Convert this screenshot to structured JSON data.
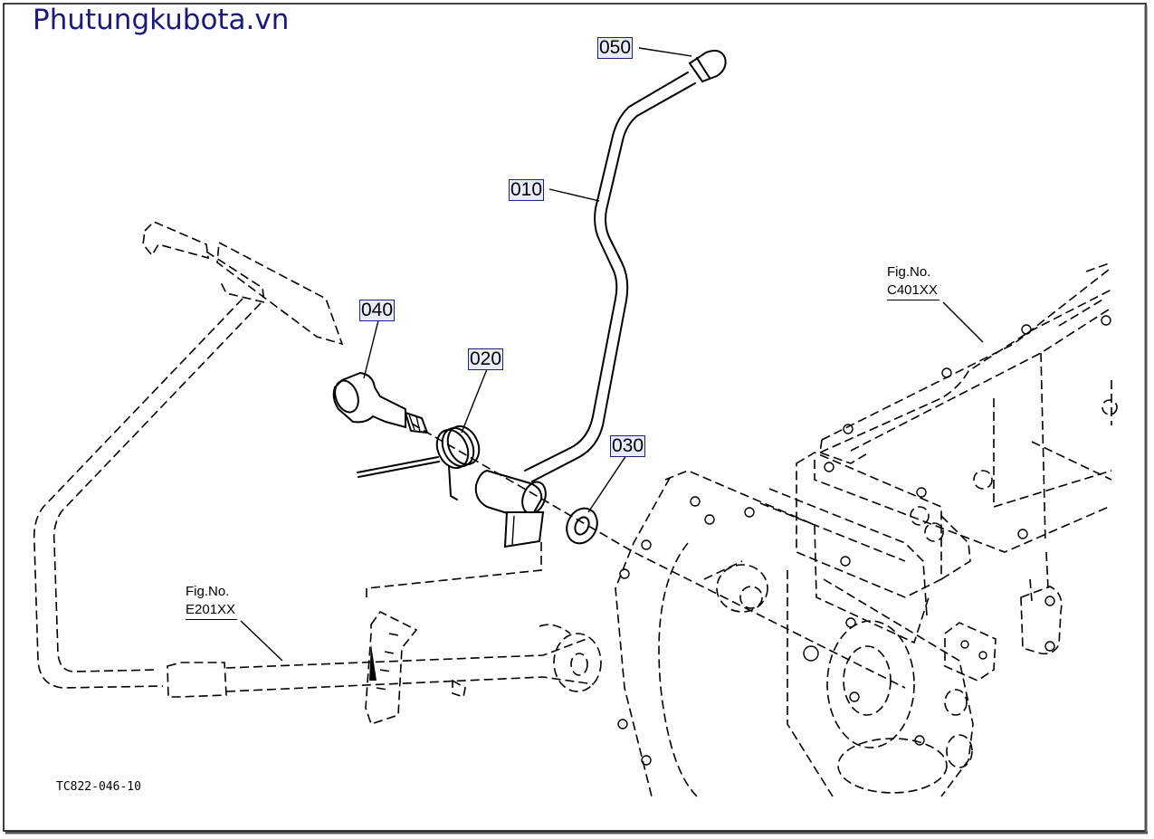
{
  "site": {
    "title": "Phutungkubota.vn"
  },
  "drawing": {
    "code": "TC822-046-10"
  },
  "figure_refs": [
    {
      "line1": "Fig.No.",
      "line2": "C401XX"
    },
    {
      "line1": "Fig.No.",
      "line2": "E201XX"
    }
  ],
  "callouts": [
    {
      "label": "050"
    },
    {
      "label": "010"
    },
    {
      "label": "040"
    },
    {
      "label": "020"
    },
    {
      "label": "030"
    }
  ]
}
